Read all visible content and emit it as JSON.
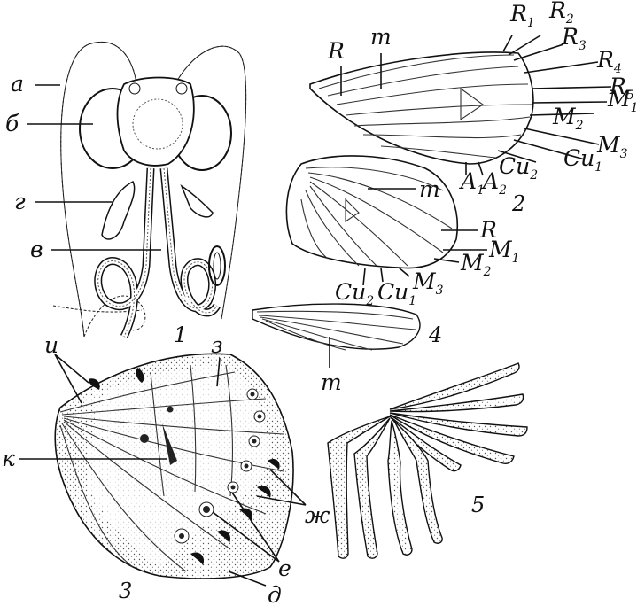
{
  "figure_numbers": {
    "f1": "1",
    "f2": "2",
    "f3": "3",
    "f4": "4",
    "f5": "5"
  },
  "head": {
    "a": "а",
    "b": "б",
    "g": "г",
    "v": "в"
  },
  "hindwing": {
    "R": "R",
    "M": "M",
    "M1_sub": "1",
    "M2_sub": "2",
    "M3_sub": "3",
    "Cu": "Cu",
    "Cu1_sub": "1",
    "Cu2_sub": "2",
    "m": "m"
  },
  "forewing": {
    "R": "R",
    "m": "m",
    "R1_sub": "1",
    "R2_sub": "2",
    "R3_sub": "3",
    "R4_sub": "4",
    "R5_sub": "5",
    "M": "M",
    "M1_sub": "1",
    "M2_sub": "2",
    "M3_sub": "3",
    "Cu": "Cu",
    "Cu1_sub": "1",
    "Cu2_sub": "2",
    "A": "A",
    "A1_sub": "1",
    "A2_sub": "2"
  },
  "wing4": {
    "m": "m"
  },
  "butterfly_wing": {
    "i": "и",
    "z": "з",
    "k": "к",
    "zh": "ж",
    "e": "е",
    "d": "д"
  }
}
